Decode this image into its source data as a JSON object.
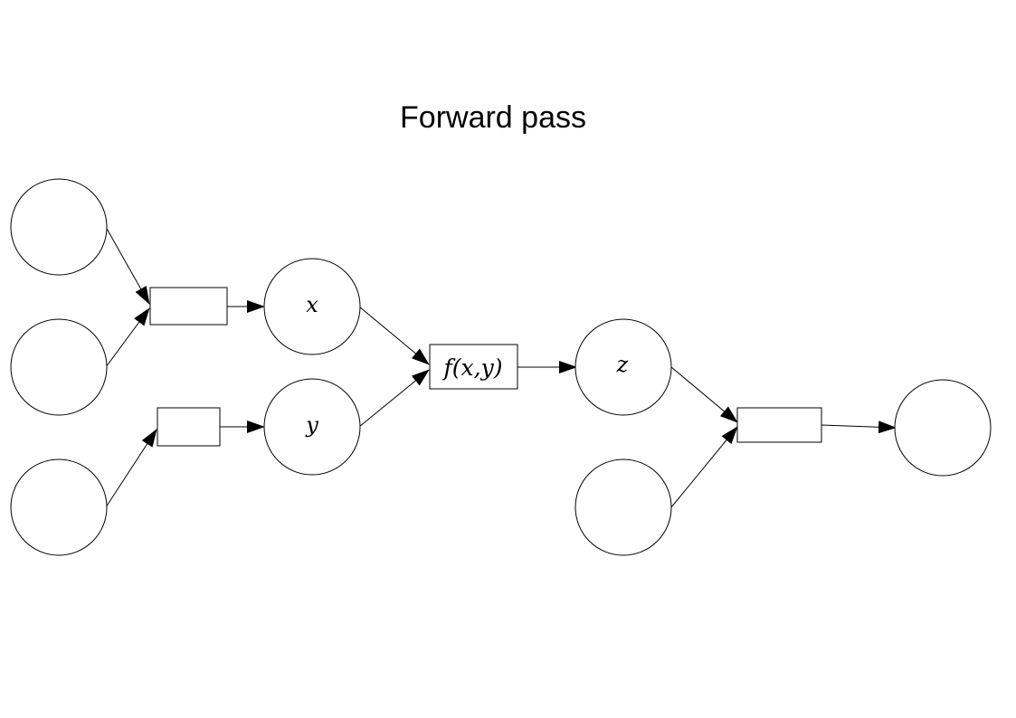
{
  "diagram": {
    "title": "Forward pass",
    "nodes": {
      "x_label": "x",
      "y_label": "y",
      "z_label": "z",
      "f_label": "f(x,y)"
    }
  }
}
